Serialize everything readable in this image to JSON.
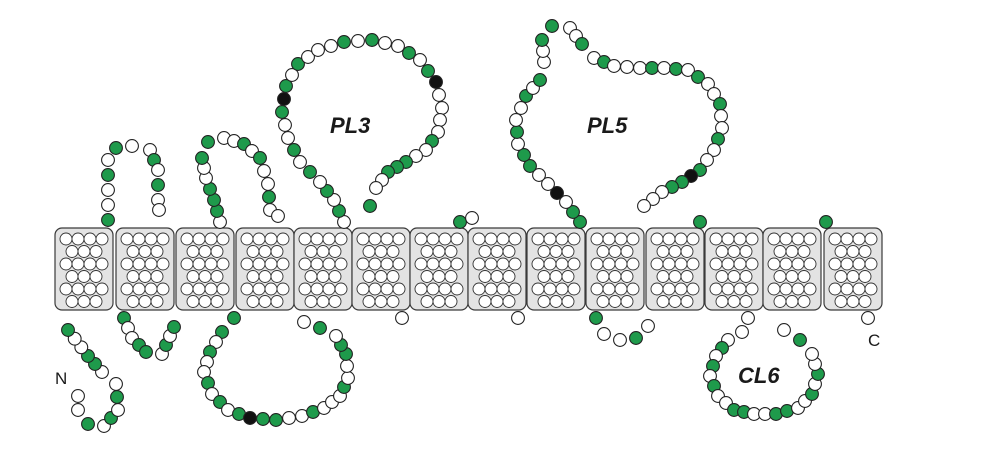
{
  "labels": {
    "pl3": "PL3",
    "pl5": "PL5",
    "cl6": "CL6",
    "n_terminus": "N",
    "c_terminus": "C"
  },
  "colors": {
    "conserved": "#1e9a4b",
    "special": "#111111",
    "other": "#ffffff",
    "membrane_segment": "#e3e3e3"
  }
}
